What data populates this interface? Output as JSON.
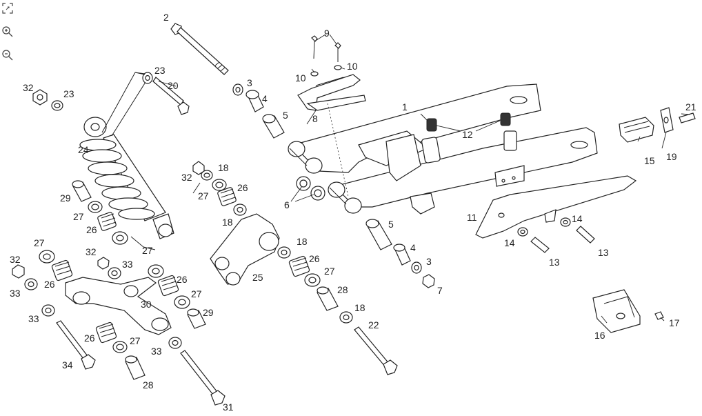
{
  "toolbar": [
    {
      "name": "fullscreen-icon"
    },
    {
      "name": "zoom-in-icon"
    },
    {
      "name": "zoom-out-icon"
    }
  ],
  "callouts": {
    "c1": "1",
    "c2": "2",
    "c3a": "3",
    "c3b": "3",
    "c4a": "4",
    "c4b": "4",
    "c5a": "5",
    "c5b": "5",
    "c6": "6",
    "c7": "7",
    "c8": "8",
    "c9": "9",
    "c10a": "10",
    "c10b": "10",
    "c11": "11",
    "c12": "12",
    "c13a": "13",
    "c13b": "13",
    "c14a": "14",
    "c14b": "14",
    "c15": "15",
    "c16": "16",
    "c17": "17",
    "c18a": "18",
    "c18b": "18",
    "c18c": "18",
    "c18d": "18",
    "c19": "19",
    "c20": "20",
    "c21": "21",
    "c22": "22",
    "c23a": "23",
    "c23b": "23",
    "c24": "24",
    "c25": "25",
    "c26a": "26",
    "c26b": "26",
    "c26c": "26",
    "c26d": "26",
    "c26e": "26",
    "c26f": "26",
    "c27a": "27",
    "c27b": "27",
    "c27c": "27",
    "c27d": "27",
    "c27e": "27",
    "c27f": "27",
    "c27g": "27",
    "c28a": "28",
    "c28b": "28",
    "c29a": "29",
    "c29b": "29",
    "c30": "30",
    "c31": "31",
    "c32a": "32",
    "c32b": "32",
    "c32c": "32",
    "c32d": "32",
    "c33a": "33",
    "c33b": "33",
    "c33c": "33",
    "c33d": "33",
    "c34": "34"
  }
}
